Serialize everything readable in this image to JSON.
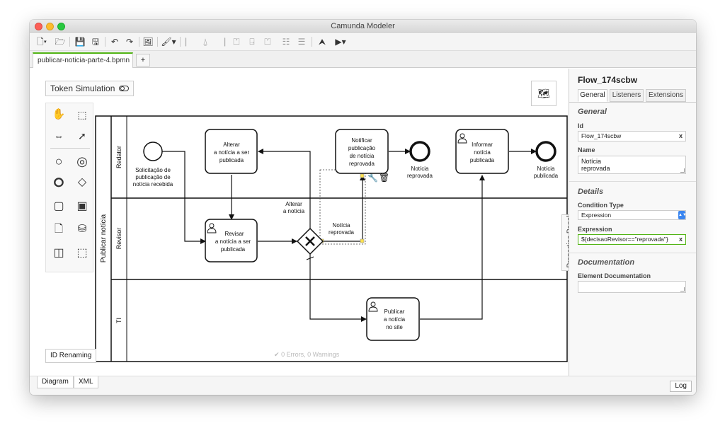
{
  "window": {
    "title": "Camunda Modeler"
  },
  "file_tab": {
    "name": "publicar-noticia-parte-4.bpmn",
    "add_label": "+"
  },
  "canvas": {
    "token_simulation_label": "Token Simulation",
    "id_renaming_label": "ID Renaming",
    "lint_status": "0 Errors, 0 Warnings"
  },
  "diagram": {
    "pool_name": "Publicar notícia",
    "lanes": {
      "redator": "Redator",
      "revisor": "Revisor",
      "ti": "TI"
    },
    "start_event": [
      "Solicitação de",
      "publicação de",
      "notícia recebida"
    ],
    "task_alterar": [
      "Alterar",
      "a notícia a ser",
      "publicada"
    ],
    "task_revisar": [
      "Revisar",
      "a notícia a ser",
      "publicada"
    ],
    "task_notificar": [
      "Notificar",
      "publicação",
      "de notícia",
      "reprovada"
    ],
    "task_informar": [
      "Informar",
      "notícia",
      "publicada"
    ],
    "task_publicar": [
      "Publicar",
      "a notícia",
      "no site"
    ],
    "end_reprovada": [
      "Notícia",
      "reprovada"
    ],
    "end_publicada": [
      "Notícia",
      "publicada"
    ],
    "flow_alterar": [
      "Alterar",
      "a notícia"
    ],
    "flow_reprovada": [
      "Notícia",
      "reprovada"
    ]
  },
  "bottom": {
    "diagram_tab": "Diagram",
    "xml_tab": "XML",
    "log_label": "Log"
  },
  "properties": {
    "toggle_label": "Properties Panel",
    "element_id": "Flow_174scbw",
    "tabs": [
      "General",
      "Listeners",
      "Extensions"
    ],
    "general_group": "General",
    "id_label": "Id",
    "id_value": "Flow_174scbw",
    "name_label": "Name",
    "name_value": [
      "Notícia",
      "reprovada"
    ],
    "details_group": "Details",
    "condition_type_label": "Condition Type",
    "condition_type_value": "Expression",
    "expression_label": "Expression",
    "expression_value": "${decisaoRevisor==\"reprovada\"}",
    "documentation_group": "Documentation",
    "element_documentation_label": "Element Documentation",
    "clear_symbol": "x"
  },
  "colors": {
    "accent_green": "#52b415",
    "select_blue": "#3b86f0"
  }
}
